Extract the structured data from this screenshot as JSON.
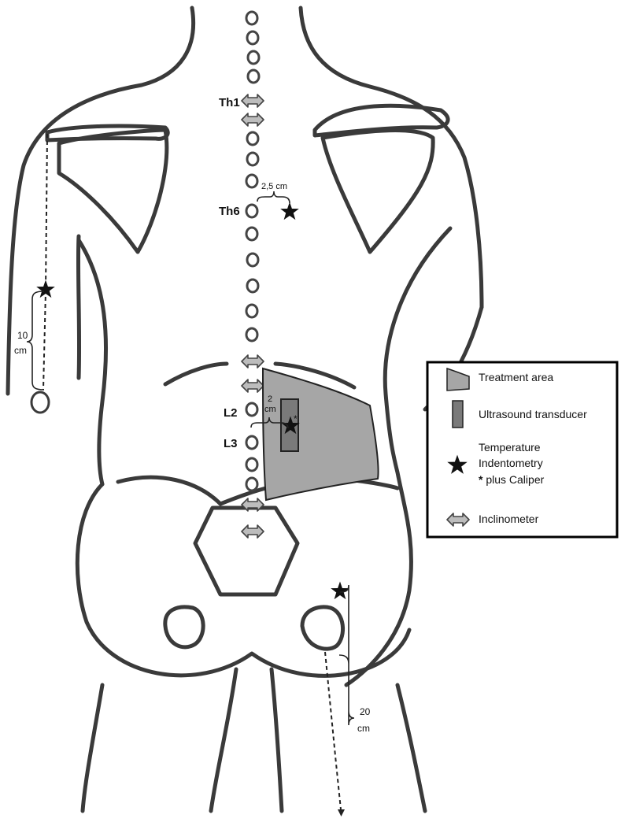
{
  "labels": {
    "th1": "Th1",
    "th6": "Th6",
    "l2": "L2",
    "l3": "L3",
    "th6_distance": "2,5 cm",
    "l2_distance_value": "2",
    "l2_distance_unit": "cm",
    "arm_distance_value": "10",
    "arm_distance_unit": "cm",
    "thigh_distance_value": "20",
    "thigh_distance_unit": "cm",
    "caliper_marker": "*"
  },
  "legend": {
    "items": [
      {
        "icon": "treatment-area-swatch",
        "text": "Treatment area"
      },
      {
        "icon": "ultrasound-transducer-swatch",
        "text": "Ultrasound transducer"
      },
      {
        "icon": "star-icon",
        "lines": [
          "Temperature",
          "Indentometry",
          "* plus Caliper"
        ]
      },
      {
        "icon": "double-arrow-icon",
        "text": "Inclinometer"
      }
    ]
  },
  "colors": {
    "treatment_area": "#a6a6a6",
    "transducer": "#7a7a7a",
    "outline": "#3a3a3a",
    "inclinometer": "#bdbdbd"
  }
}
